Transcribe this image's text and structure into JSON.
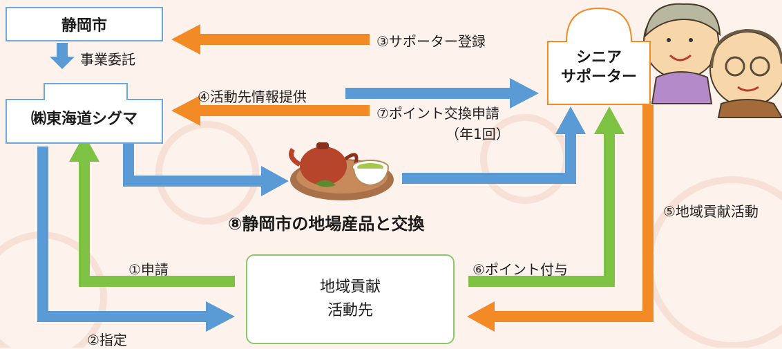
{
  "entities": {
    "city": "静岡市",
    "contractor": "㈱東海道シグマ",
    "supporter_line1": "シニア",
    "supporter_line2": "サポーター",
    "activity_line1": "地域貢献",
    "activity_line2": "活動先"
  },
  "flows": {
    "entrust": "事業委託",
    "register": "③サポーター登録",
    "info": "④活動先情報提供",
    "exchange_req": "⑦ポイント交換申請",
    "exchange_req_note": "（年1回）",
    "local_products": "⑧静岡市の地場産品と交換",
    "activity": "⑤地域貢献活動",
    "apply": "①申請",
    "designate": "②指定",
    "grant": "⑥ポイント付与"
  },
  "colors": {
    "blue": "#5b9bd5",
    "orange": "#f28a26",
    "green": "#7dc242",
    "box_border": "#6aa9de",
    "activity_border": "#8cc66a"
  },
  "icons": [
    "teapot-icon",
    "senior-couple-icon"
  ]
}
